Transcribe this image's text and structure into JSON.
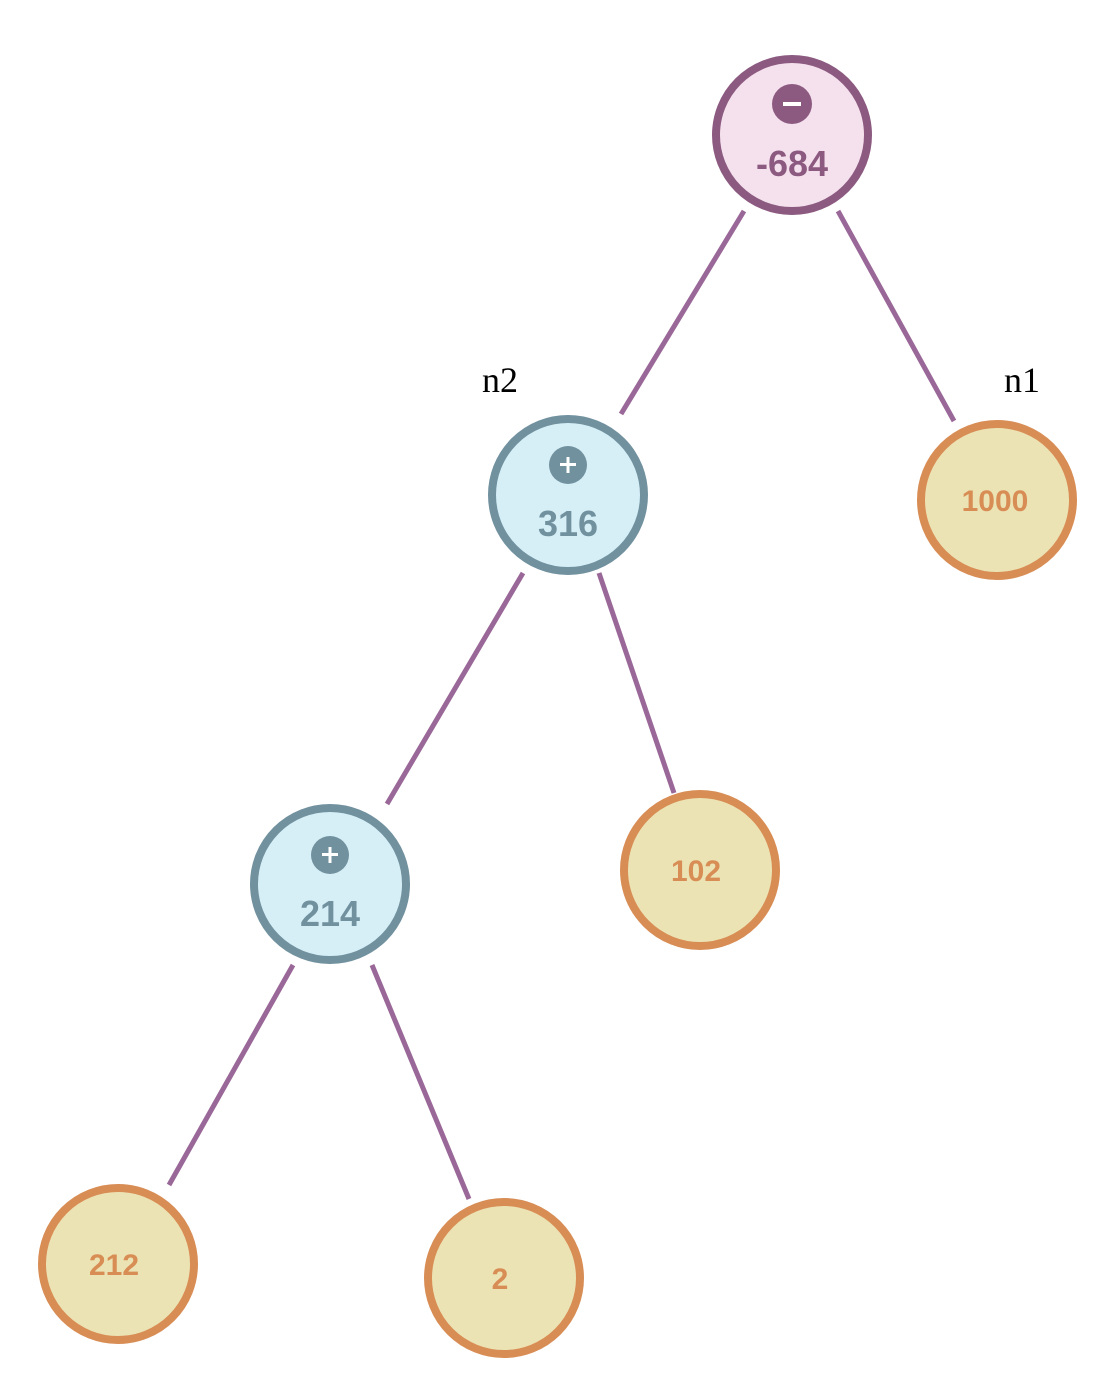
{
  "colors": {
    "edge": "#9a6898",
    "sub_fill": "#f5e1ed",
    "sub_stroke": "#8c5a80",
    "add_fill": "#d6eff7",
    "add_stroke": "#71919f",
    "leaf_fill": "#ece3b4",
    "leaf_stroke": "#d88d55",
    "leaf_text": "#d88d55"
  },
  "nodes": {
    "root": {
      "value": "-684",
      "operator": "subtract",
      "operator_symbol": "−"
    },
    "n2": {
      "value": "316",
      "operator": "add",
      "operator_symbol": "+",
      "annotation": "n2"
    },
    "n1": {
      "value": "1000",
      "annotation": "n1"
    },
    "inner": {
      "value": "214",
      "operator": "add",
      "operator_symbol": "+"
    },
    "leaf_102": {
      "value": "102"
    },
    "leaf_212": {
      "value": "212"
    },
    "leaf_2": {
      "value": "2"
    }
  }
}
